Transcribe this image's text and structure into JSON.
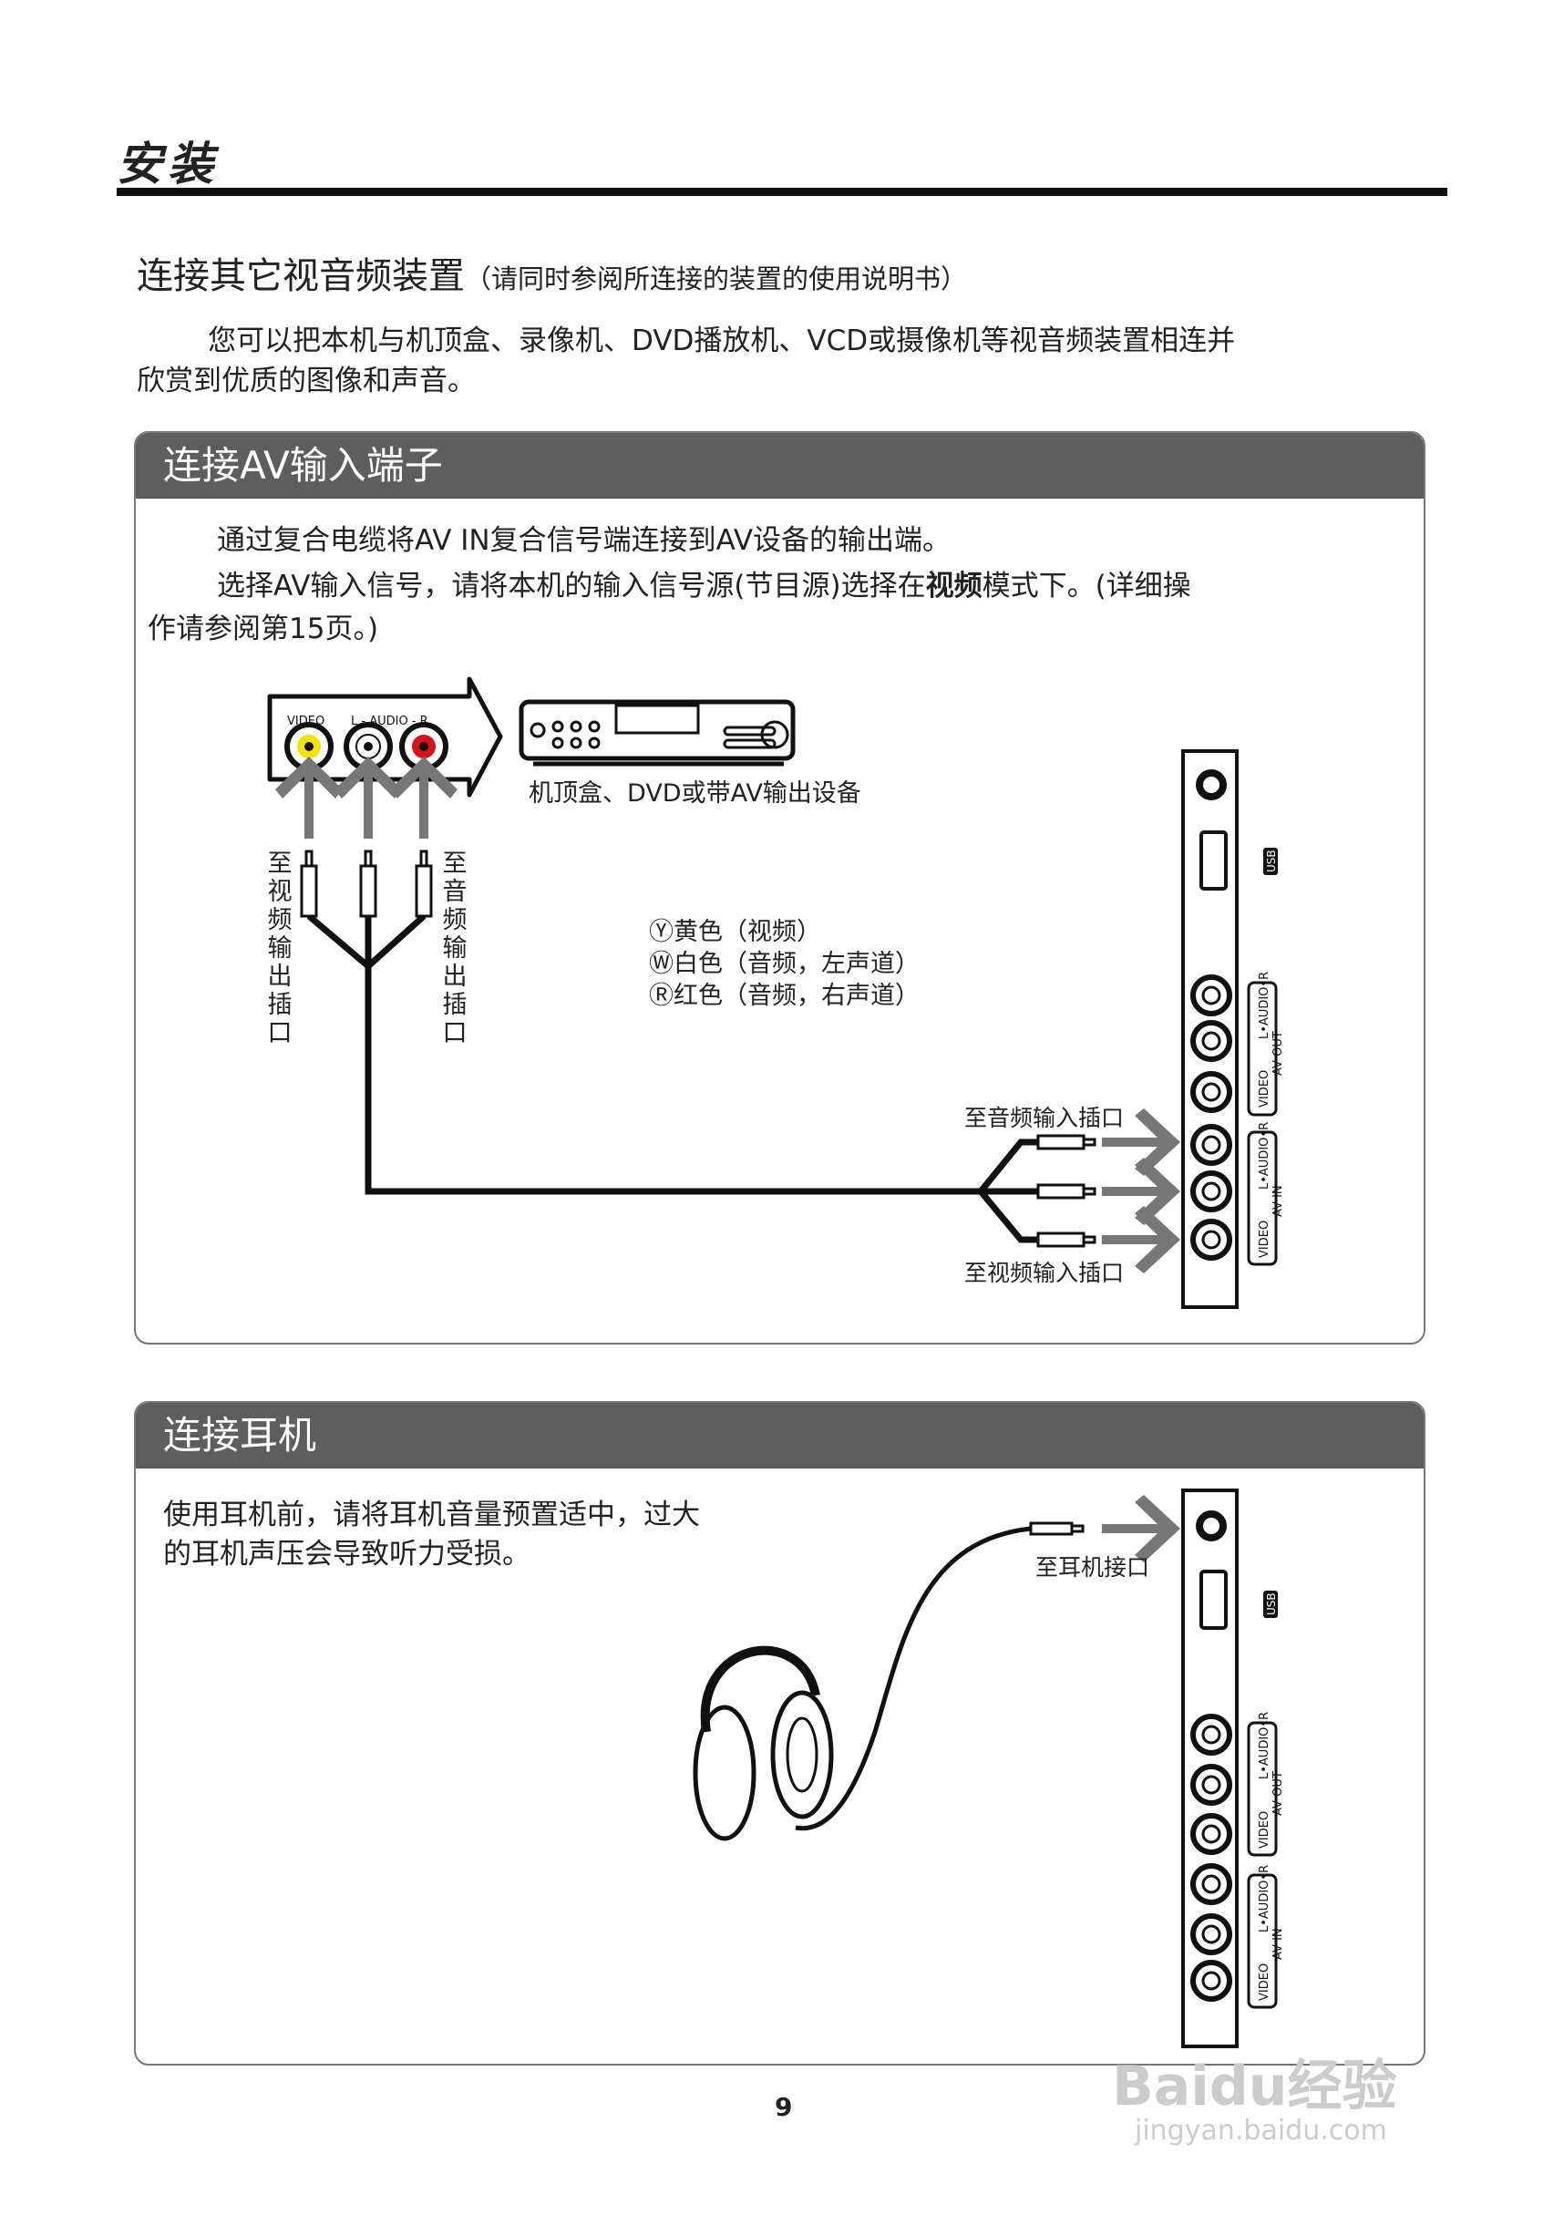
{
  "chapter_title": "安装",
  "heading": {
    "main": "连接其它视音频装置",
    "note": "（请同时参阅所连接的装置的使用说明书）"
  },
  "intro": [
    "您可以把本机与机顶盒、录像机、DVD播放机、VCD或摄像机等视音频装置相连并",
    "欣赏到优质的图像和声音。"
  ],
  "section_av": {
    "title": "连接AV输入端子",
    "lines": [
      "通过复合电缆将AV IN复合信号端连接到AV设备的输出端。",
      "选择AV输入信号，请将本机的输入信号源(节目源)选择在",
      "视频",
      "模式下。(详细操",
      "作请参阅第15页。)"
    ],
    "source_labels": {
      "video": "VIDEO",
      "audio": "L - AUDIO - R"
    },
    "device_label": "机顶盒、DVD或带AV输出设备",
    "to_video_out": "至视频输出插口",
    "to_audio_out": "至音频输出插口",
    "legend": [
      {
        "mark": "Y",
        "text": "黄色（视频）",
        "color": "#f2e200"
      },
      {
        "mark": "W",
        "text": "白色（音频，左声道）",
        "color": "#ffffff"
      },
      {
        "mark": "R",
        "text": "红色（音频，右声道）",
        "color": "#d8121b"
      }
    ],
    "to_audio_in": "至音频输入插口",
    "to_video_in": "至视频输入插口"
  },
  "panel_labels": {
    "usb": "USB",
    "audio": "L•AUDIO•R",
    "video": "VIDEO",
    "av_out": "AV OUT",
    "av_in": "AV IN"
  },
  "section_hp": {
    "title": "连接耳机",
    "lines": [
      "使用耳机前，请将耳机音量预置适中，过大",
      "的耳机声压会导致听力受损。"
    ],
    "to_hp": "至耳机接口"
  },
  "page_number": "9",
  "watermark": {
    "brand": "Baidu经验",
    "url": "jingyan.baidu.com"
  }
}
